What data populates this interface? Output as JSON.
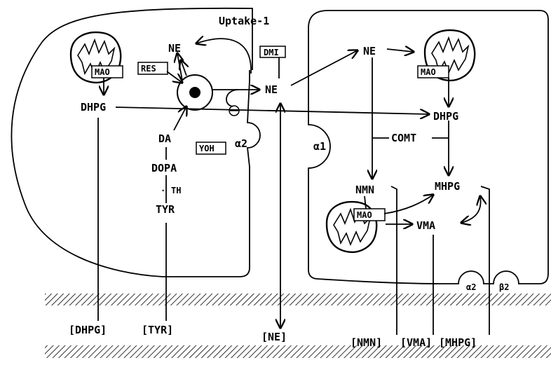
{
  "labels": {
    "uptake": "Uptake-1",
    "dmi": "DMI",
    "res": "RES",
    "yoh": "YOH",
    "ne_left": "NE",
    "ne_center": "NE",
    "ne_right": "NE",
    "dhpg_left": "DHPG",
    "dhpg_right": "DHPG",
    "mao_left": "MAO",
    "mao_right": "MAO",
    "mao_bottom": "MAO",
    "da": "DA",
    "dopa": "DOPA",
    "th": "TH",
    "tyr": "TYR",
    "alpha2_pre": "α2",
    "alpha1": "α1",
    "alpha2_post": "α2",
    "beta2": "β2",
    "comt": "COMT",
    "nmn": "NMN",
    "mhpg": "MHPG",
    "vma": "VMA"
  },
  "plasma": {
    "dhpg": "[DHPG]",
    "tyr": "[TYR]",
    "ne": "[NE]",
    "nmn": "[NMN]",
    "vma": "[VMA]",
    "mhpg": "[MHPG]"
  },
  "colors": {
    "ink": "#000000",
    "paper": "#ffffff"
  }
}
